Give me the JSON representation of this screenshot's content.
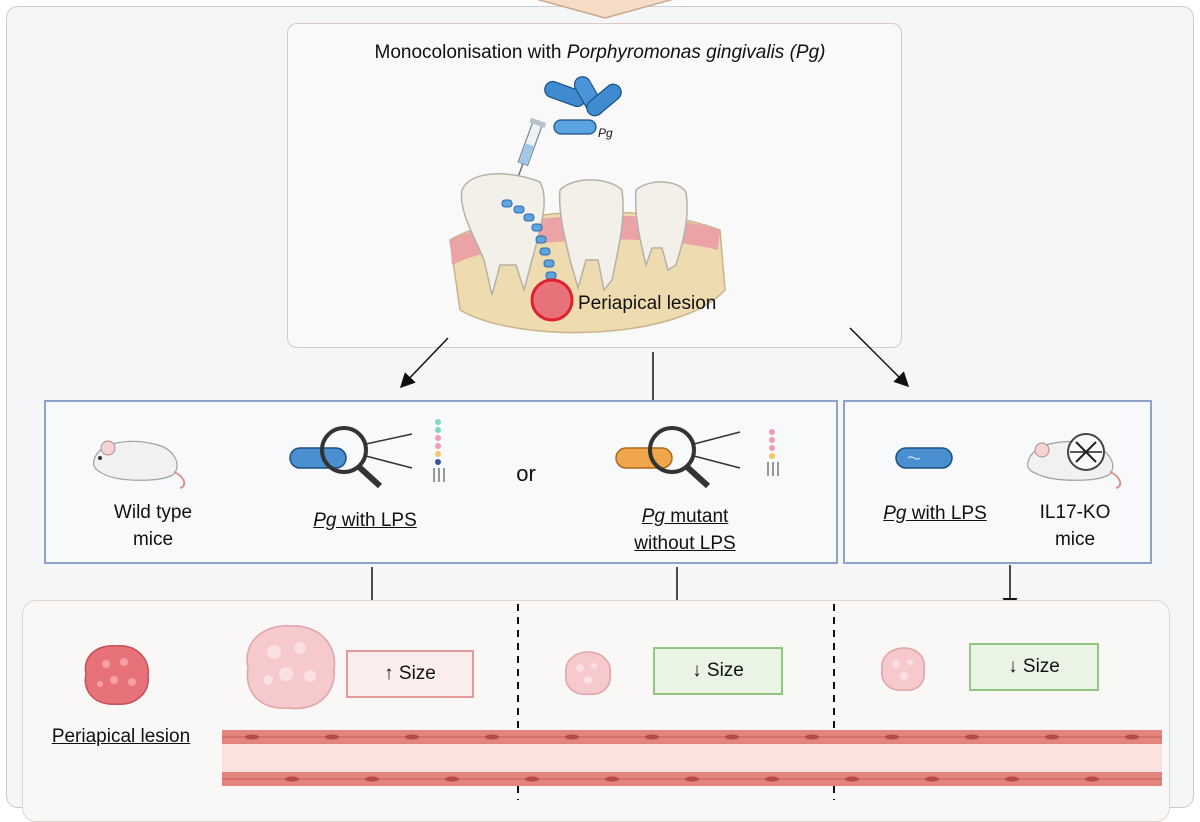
{
  "top": {
    "title_prefix": "Monocolonisation with ",
    "title_italic": "Porphyromonas gingivalis (Pg)",
    "bacteria_label": "Pg",
    "lesion_label": "Periapical lesion"
  },
  "left_panel": {
    "mouse_label_1": "Wild type",
    "mouse_label_2": "mice",
    "pg_label_italic": "Pg",
    "pg_label_rest": " with LPS",
    "or_label": "or",
    "mutant_label_italic": "Pg",
    "mutant_label_rest": " mutant",
    "mutant_label_2": "without LPS"
  },
  "right_panel": {
    "pg_label_italic": "Pg",
    "pg_label_rest": " with LPS",
    "ko_label_1": "IL17-KO",
    "ko_label_2": "mice"
  },
  "results": {
    "lesion_label": "Periapical lesion",
    "col1_size": "↑ Size",
    "col2_size": "↓ Size",
    "col3_size": "↓ Size"
  },
  "colors": {
    "panel_border": "#8fa2c9",
    "bacteria_blue": "#4a90d0",
    "bacteria_orange": "#f0a64a",
    "lesion_pink": "#e8727a",
    "up_red": "#e59a9a",
    "down_green": "#93c583"
  }
}
